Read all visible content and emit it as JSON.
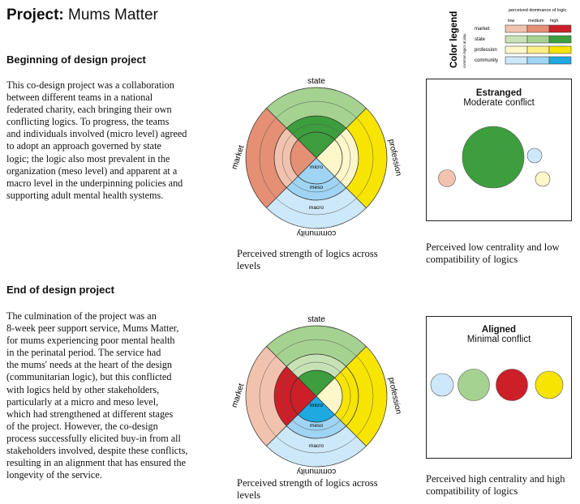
{
  "title": {
    "bold": "Project:",
    "rest": " Mums Matter"
  },
  "legend": {
    "title": "Color legend",
    "subtitle": "common logics at play",
    "header": "perceived dominance of logic",
    "levels": [
      "low",
      "medium",
      "high"
    ],
    "rows": [
      {
        "name": "market",
        "colors": [
          "#f1c3ae",
          "#e58f74",
          "#cc1f28"
        ]
      },
      {
        "name": "state",
        "colors": [
          "#c7e2b4",
          "#a5d290",
          "#3c9e3c"
        ]
      },
      {
        "name": "profession",
        "colors": [
          "#fdf7c9",
          "#fbef86",
          "#f7e400"
        ]
      },
      {
        "name": "community",
        "colors": [
          "#cde8f8",
          "#9fd4f4",
          "#1ea9e1"
        ]
      }
    ]
  },
  "ring_labels": {
    "top": "state",
    "left": "market",
    "right": "profession",
    "bottom": "community",
    "micro": "micro",
    "meso": "meso",
    "macro": "macro"
  },
  "sections": [
    {
      "heading": "Beginning of design project",
      "lines": [
        "This co-design project was a collaboration",
        "between different teams in a national",
        "federated charity, each bringing their own",
        "conflicting logics.  To progress, the teams",
        "and individuals involved (micro level) agreed",
        "to adopt an approach governed by state",
        "logic; the logic also most prevalent in the",
        "organization (meso level) and apparent at a",
        "macro level in the underpinning policies and",
        "supporting adult mental health systems."
      ],
      "diagram_caption": "Perceived strength of logics across levels",
      "rings": {
        "state": [
          "#3c9e3c",
          "#3c9e3c",
          "#a5d290"
        ],
        "profession": [
          "#fdf7c9",
          "#fdf7c9",
          "#f7e400"
        ],
        "community": [
          "#9fd4f4",
          "#9fd4f4",
          "#cde8f8"
        ],
        "market": [
          "#e58f74",
          "#f1c3ae",
          "#e58f74"
        ]
      },
      "box": {
        "title": "Estranged",
        "subtitle": "Moderate conflict"
      },
      "box_caption": "Perceived low centrality and low compatibility of logics"
    },
    {
      "heading": "End of design project",
      "lines": [
        "The culmination of the project was an",
        "8-week peer support service, Mums Matter,",
        "for mums experiencing poor mental health",
        "in the perinatal period. The service had",
        "the mums' needs at the heart of the design",
        "(communitarian logic), but this conflicted",
        "with logics held by other stakeholders,",
        "particularly at a micro and meso level,",
        "which had strengthened at different stages",
        "of the project. However, the co-design",
        "process successfully elicited buy-in from all",
        "stakeholders involved, despite these conflicts,",
        "resulting in an alignment that has ensured the",
        "longevity of the service."
      ],
      "diagram_caption": "Perceived strength of logics across levels",
      "rings": {
        "state": [
          "#3c9e3c",
          "#c7e2b4",
          "#a5d290"
        ],
        "profession": [
          "#fdf7c9",
          "#f7e400",
          "#f7e400"
        ],
        "community": [
          "#1ea9e1",
          "#9fd4f4",
          "#cde8f8"
        ],
        "market": [
          "#cc1f28",
          "#cc1f28",
          "#f1c3ae"
        ]
      },
      "box": {
        "title": "Aligned",
        "subtitle": "Minimal conflict"
      },
      "box_caption": "Perceived high centrality and high compatibility of logics"
    }
  ]
}
